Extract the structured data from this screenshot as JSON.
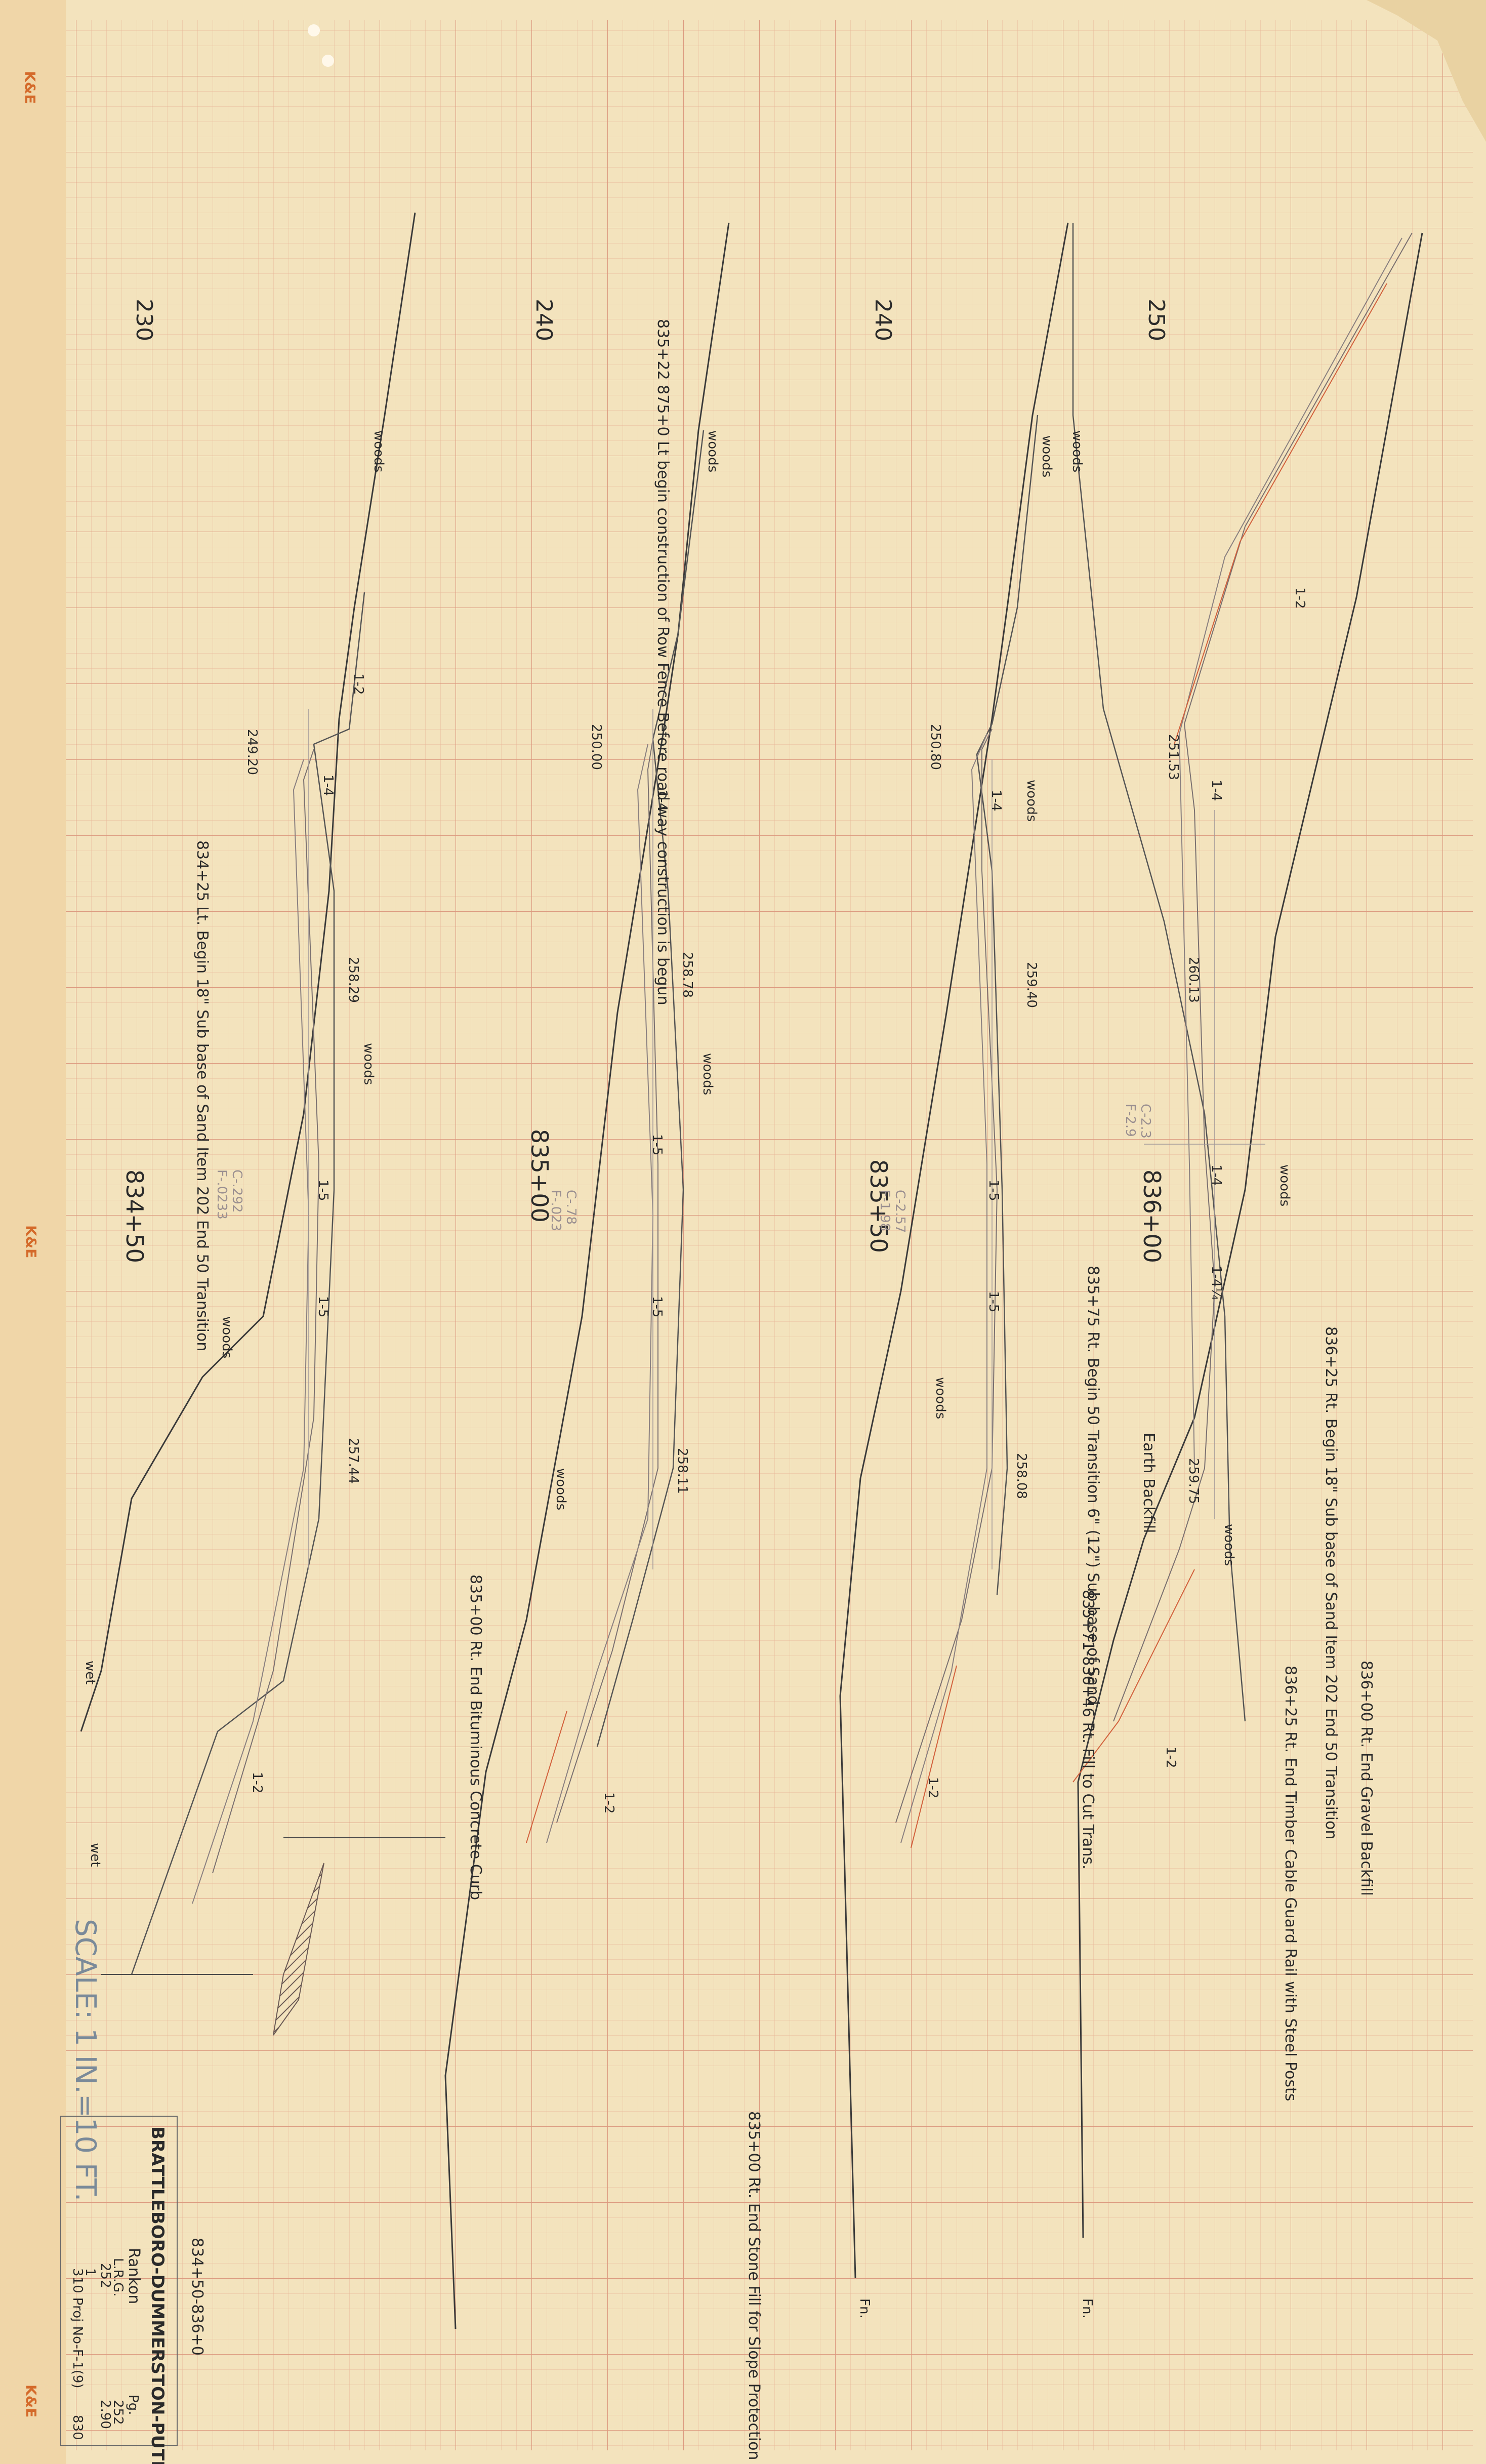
{
  "title_block": {
    "project": "BRATTLEBORO-DUMMERSTON-PUTNEY",
    "stations": "834+50-836+0",
    "drawn_by": "Rankon",
    "checked": "L.R.G.",
    "page": "Pg.",
    "sheet_no": "1",
    "sheet_ref": "310 Proj No-F-1(9)",
    "sheet_num": "830",
    "numbers": [
      "252",
      "252",
      "2.90"
    ]
  },
  "scale_label": "SCALE: 1 IN.=10 FT.",
  "margin_marks": [
    "K&E",
    "K&E",
    "K&E"
  ],
  "elevation_datums": [
    "250",
    "240",
    "240",
    "230"
  ],
  "sections": [
    {
      "station": "836+00",
      "datum": "250",
      "centerline_elev": "260.13",
      "left_elev": "251.53",
      "right_elev": "259.75",
      "cut_fill": [
        "C-2.3",
        "F-2.9"
      ],
      "slopes": [
        "1-2",
        "1-4",
        "1-4",
        "1-4¼",
        "1-2"
      ],
      "labels": [
        "woods",
        "woods",
        "woods",
        "Earth Backfill",
        "Fn."
      ],
      "notes": [
        "836+00 Rt. End Gravel Backfill",
        "836+25 Rt. Begin 18\" Sub base of Sand Item 202 End 50 Transition",
        "836+25 Rt. End Timber Cable Guard Rail with Steel Posts"
      ]
    },
    {
      "station": "835+50",
      "datum": "240",
      "centerline_elev": "259.40",
      "left_elev": "250.80",
      "right_elev": "258.08",
      "cut_fill": [
        "C-2.57",
        "F-1.98"
      ],
      "slopes": [
        "1-4",
        "1-5",
        "1-5",
        "1-2"
      ],
      "labels": [
        "woods",
        "woods",
        "woods",
        "Fn."
      ],
      "notes": [
        "835+75 Rt. Begin 50 Transition 6\" (12\") Sub base of Sand",
        "835+71-836+46 Rt. Fill to Cut Trans."
      ]
    },
    {
      "station": "835+00",
      "datum": "240",
      "centerline_elev": "258.78",
      "left_elev": "250.00",
      "right_elev": "258.11",
      "cut_fill": [
        "C-.78",
        "F-.023"
      ],
      "slopes": [
        "1-4",
        "1-5",
        "1-5",
        "1-2"
      ],
      "labels": [
        "woods",
        "woods",
        "woods"
      ],
      "notes": [
        "835+22 875+0 Lt begin construction of Row Fence Before road way construction is begun",
        "835+00 Rt. End Bituminous Concrete Curb",
        "835+00 Rt. End Stone Fill for Slope Protection"
      ]
    },
    {
      "station": "834+50",
      "datum": "230",
      "centerline_elev": "258.29",
      "left_elev": "249.20",
      "right_elev": "257.44",
      "cut_fill": [
        "C-.292",
        "F-.0233"
      ],
      "slopes": [
        "1-2",
        "1-4",
        "1-5",
        "1-5",
        "1-2"
      ],
      "labels": [
        "woods",
        "woods",
        "woods",
        "wet",
        "wet"
      ],
      "notes": [
        "834+25 Lt. Begin 18\" Sub base of Sand Item 202 End 50 Transition"
      ]
    }
  ]
}
